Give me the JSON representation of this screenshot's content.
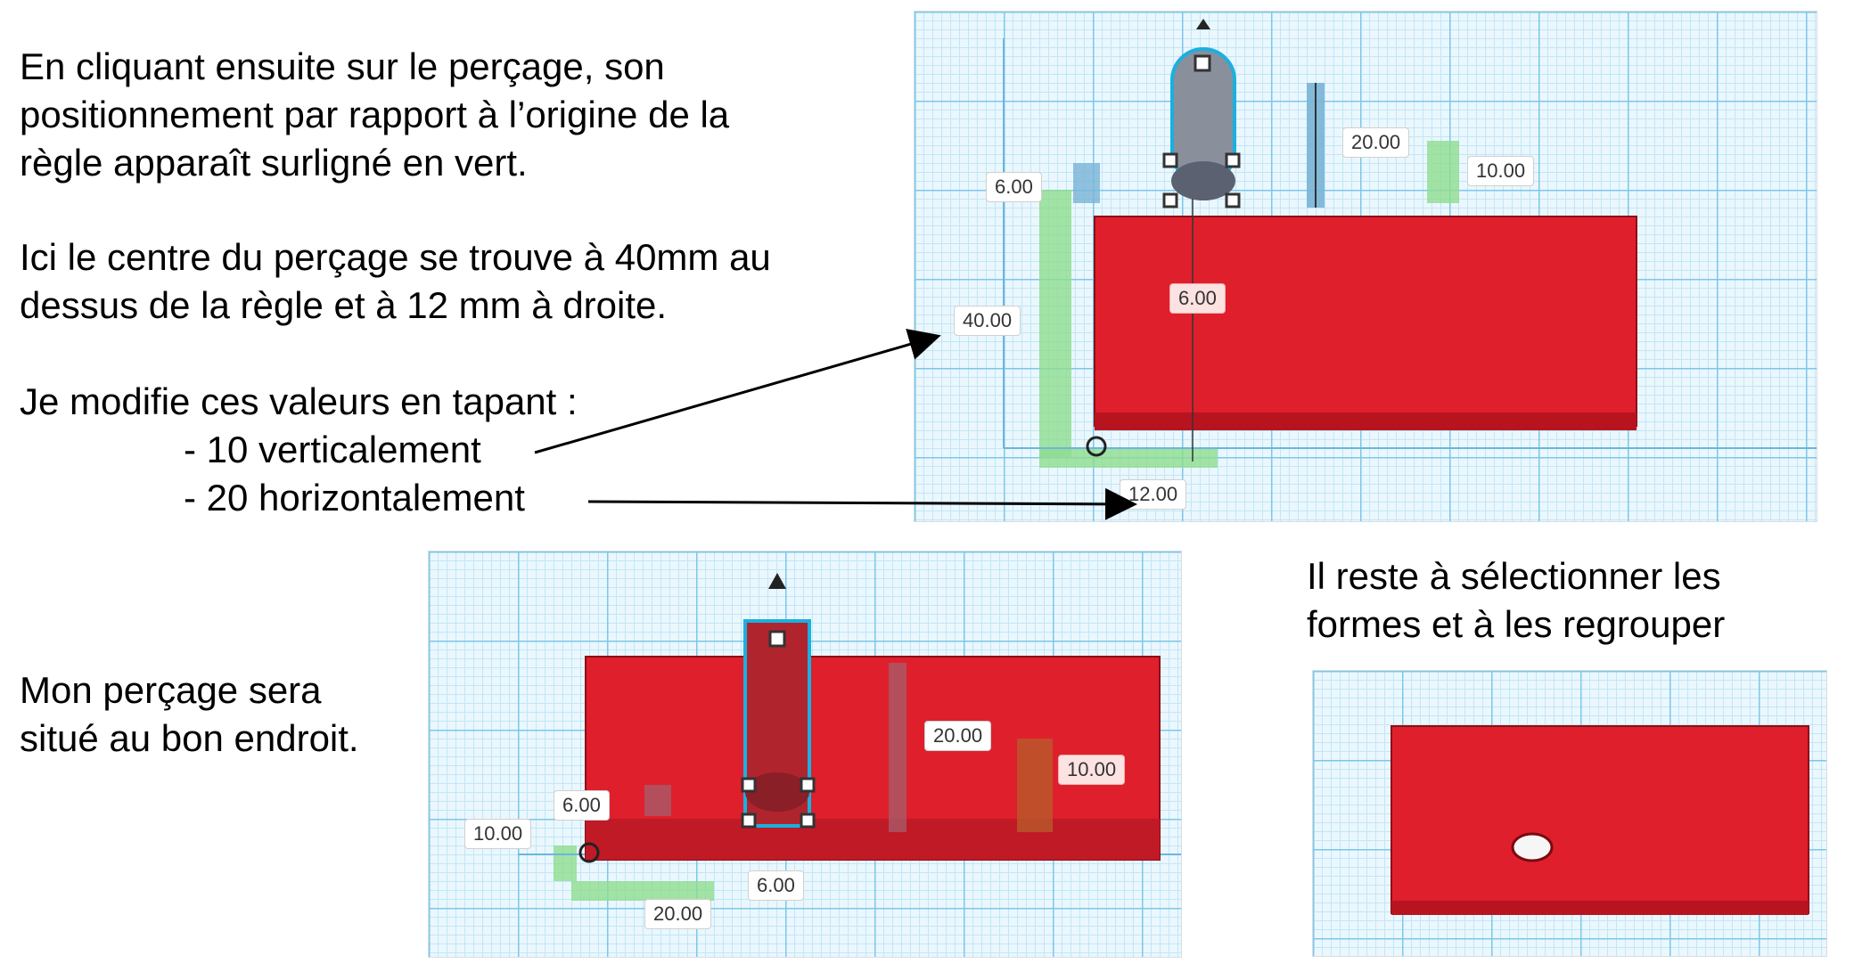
{
  "instructions": {
    "para1": [
      "En cliquant ensuite sur le perçage,  son",
      "positionnement par rapport à l’origine de la",
      "règle apparaît surligné en vert."
    ],
    "para2": [
      "Ici le centre du perçage se trouve à 40mm au",
      "dessus de la règle et à 12 mm à droite."
    ],
    "para3": "Je modifie ces valeurs en tapant :",
    "item1": "- 10 verticalement",
    "item2": "- 20 horizontalement"
  },
  "result_text": [
    " Mon perçage sera",
    "situé au bon endroit."
  ],
  "final_text": [
    "Il reste à sélectionner les",
    "formes et à les regrouper"
  ],
  "screenshot1": {
    "dims": {
      "height_top": "20.00",
      "green_right": "10.00",
      "left_small": "6.00",
      "vertical_green": "40.00",
      "center": "6.00",
      "horizontal": "12.00"
    }
  },
  "screenshot2": {
    "dims": {
      "height_top": "20.00",
      "right": "10.00",
      "left_small": "6.00",
      "vertical_green": "10.00",
      "center": "6.00",
      "horizontal": "20.00"
    }
  },
  "colors": {
    "box": "#e01f2c",
    "box_side": "#b8141f",
    "grid_major": "#7cc7ea",
    "grid_minor": "#c3e6f7",
    "highlight": "#8fdc8f"
  }
}
